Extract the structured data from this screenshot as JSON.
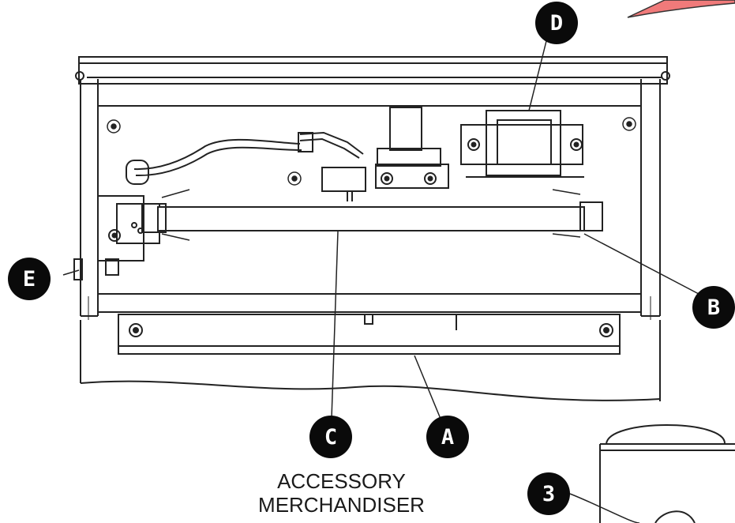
{
  "callouts": {
    "a": "A",
    "b": "B",
    "c": "C",
    "d": "D",
    "e": "E",
    "three": "3"
  },
  "caption": {
    "line1": "ACCESSORY",
    "line2": "MERCHANDISER"
  },
  "colors": {
    "callout_fill": "#0a0a0a",
    "callout_text": "#ffffff",
    "accent_pink": "#f07a7a",
    "line": "#222222",
    "paper": "#ffffff"
  }
}
